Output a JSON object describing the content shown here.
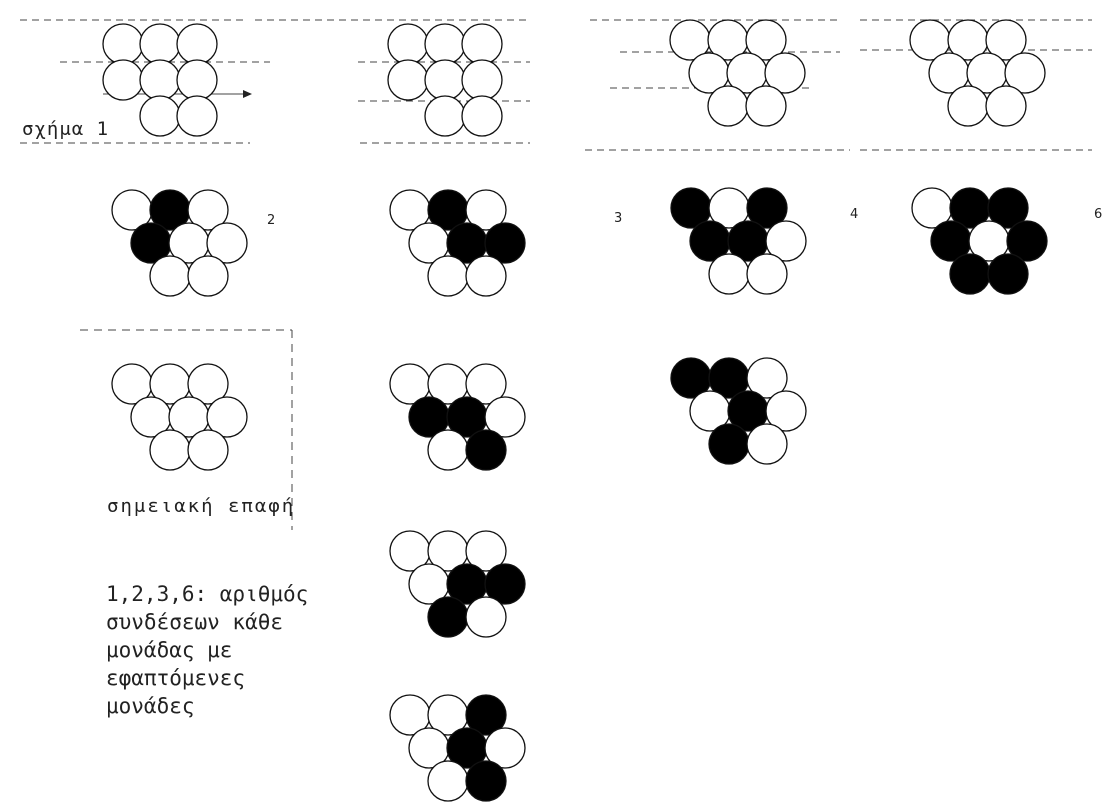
{
  "figure_label": "σχήμα 1",
  "connection_counts": [
    "2",
    "3",
    "4",
    "6"
  ],
  "contact_label": "σημειακή επαφή",
  "legend_lines": [
    "1,2,3,6: αριθμός",
    "συνδέσεων κάθε",
    "μονάδας με",
    "εφαπτόμενες",
    "μονάδες"
  ],
  "colors": {
    "filled": "#000000",
    "outline": "#111111",
    "background": "#ffffff"
  },
  "shapes": [
    {
      "name": "packing-square",
      "filled": [
        0,
        0,
        0,
        0,
        0,
        0,
        0,
        0
      ]
    },
    {
      "name": "packing-offset",
      "filled": [
        0,
        0,
        0,
        0,
        0,
        0,
        0,
        0
      ]
    },
    {
      "name": "packing-triangular",
      "filled": [
        0,
        0,
        0,
        0,
        0,
        0,
        0,
        0
      ]
    },
    {
      "name": "packing-triangular-b",
      "filled": [
        0,
        0,
        0,
        0,
        0,
        0,
        0,
        0
      ]
    },
    {
      "name": "connections-2",
      "filled": [
        0,
        1,
        0,
        1,
        0,
        0,
        0,
        0
      ]
    },
    {
      "name": "connections-3-a",
      "filled": [
        0,
        1,
        0,
        0,
        1,
        1,
        0,
        0
      ]
    },
    {
      "name": "connections-4-a",
      "filled": [
        1,
        0,
        1,
        1,
        1,
        0,
        0,
        0
      ]
    },
    {
      "name": "connections-6",
      "filled": [
        0,
        1,
        1,
        1,
        0,
        1,
        1,
        1
      ]
    },
    {
      "name": "point-contact",
      "filled": [
        0,
        0,
        0,
        0,
        0,
        0,
        0,
        0
      ]
    },
    {
      "name": "connections-3-b",
      "filled": [
        0,
        0,
        0,
        1,
        1,
        0,
        0,
        1
      ]
    },
    {
      "name": "connections-4-b",
      "filled": [
        1,
        1,
        0,
        0,
        1,
        0,
        1,
        0
      ]
    },
    {
      "name": "connections-3-c",
      "filled": [
        0,
        0,
        0,
        0,
        1,
        1,
        1,
        0
      ]
    },
    {
      "name": "connections-3-d",
      "filled": [
        0,
        0,
        1,
        0,
        1,
        0,
        0,
        1
      ]
    }
  ]
}
